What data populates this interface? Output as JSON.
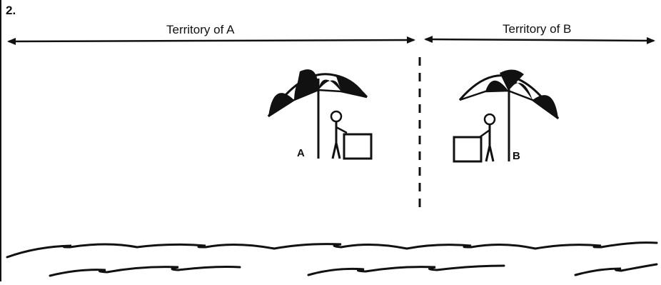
{
  "figure_number": "2.",
  "territory_a_label": "Territory of A",
  "territory_b_label": "Territory of B",
  "vendor_a_label": "A",
  "vendor_b_label": "B",
  "colors": {
    "ink": "#111111",
    "background": "#ffffff"
  }
}
